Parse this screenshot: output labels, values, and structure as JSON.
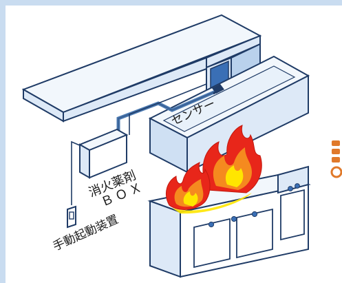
{
  "labels": {
    "sensor": "センサー",
    "box_line1": "消火薬剤",
    "box_line2": "ＢＯＸ",
    "manual": "手動起動装置"
  },
  "colors": {
    "frame": "#c9dcf0",
    "duct_fill": "#dde9f7",
    "duct_top": "#f2f7fc",
    "duct_dark": "#a9c6e6",
    "stroke": "#1f3b66",
    "pipe": "#4a78b0",
    "sensor_blue": "#3a6fb5",
    "flame_red": "#e8261a",
    "flame_orange": "#f58a1f",
    "flame_yellow": "#ffe600",
    "side_badge": "#e0792a"
  }
}
